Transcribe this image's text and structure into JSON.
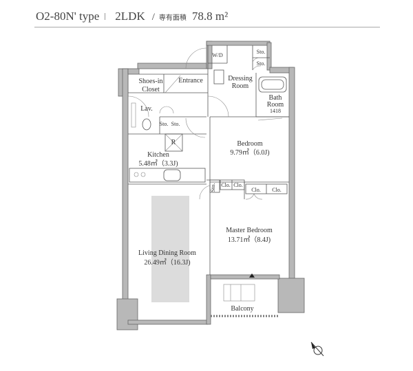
{
  "header": {
    "unit_type": "O2-80N' type",
    "layout": "2LDK",
    "slash": "/",
    "area_label": "専有面積",
    "area_value": "78.8",
    "area_unit": "m²"
  },
  "rooms": {
    "wd": "W/D",
    "sto1": "Sto.",
    "sto2": "Sto.",
    "shoes_1": "Shoes-in",
    "shoes_2": "Closet",
    "entrance": "Entrance",
    "dressing_1": "Dressing",
    "dressing_2": "Room",
    "bath_1": "Bath",
    "bath_2": "Room",
    "bath_size": "1418",
    "lav": "Lav.",
    "sto3": "Sto.",
    "sto4": "Sto.",
    "fridge": "R",
    "kitchen": "Kitchen",
    "kitchen_area": "5.48㎡（3.3J)",
    "bedroom": "Bedroom",
    "bedroom_area": "9.79㎡（6.0J)",
    "sto5": "Sto.",
    "clo1": "Clo.",
    "clo2": "Clo.",
    "clo3": "Clo.",
    "clo4": "Clo.",
    "master": "Master Bedroom",
    "master_area": "13.71㎡（8.4J)",
    "ldr": "Living Dining Room",
    "ldr_area": "26.49㎡（16.3J)",
    "balcony": "Balcony"
  },
  "compass": "north-arrow-icon"
}
